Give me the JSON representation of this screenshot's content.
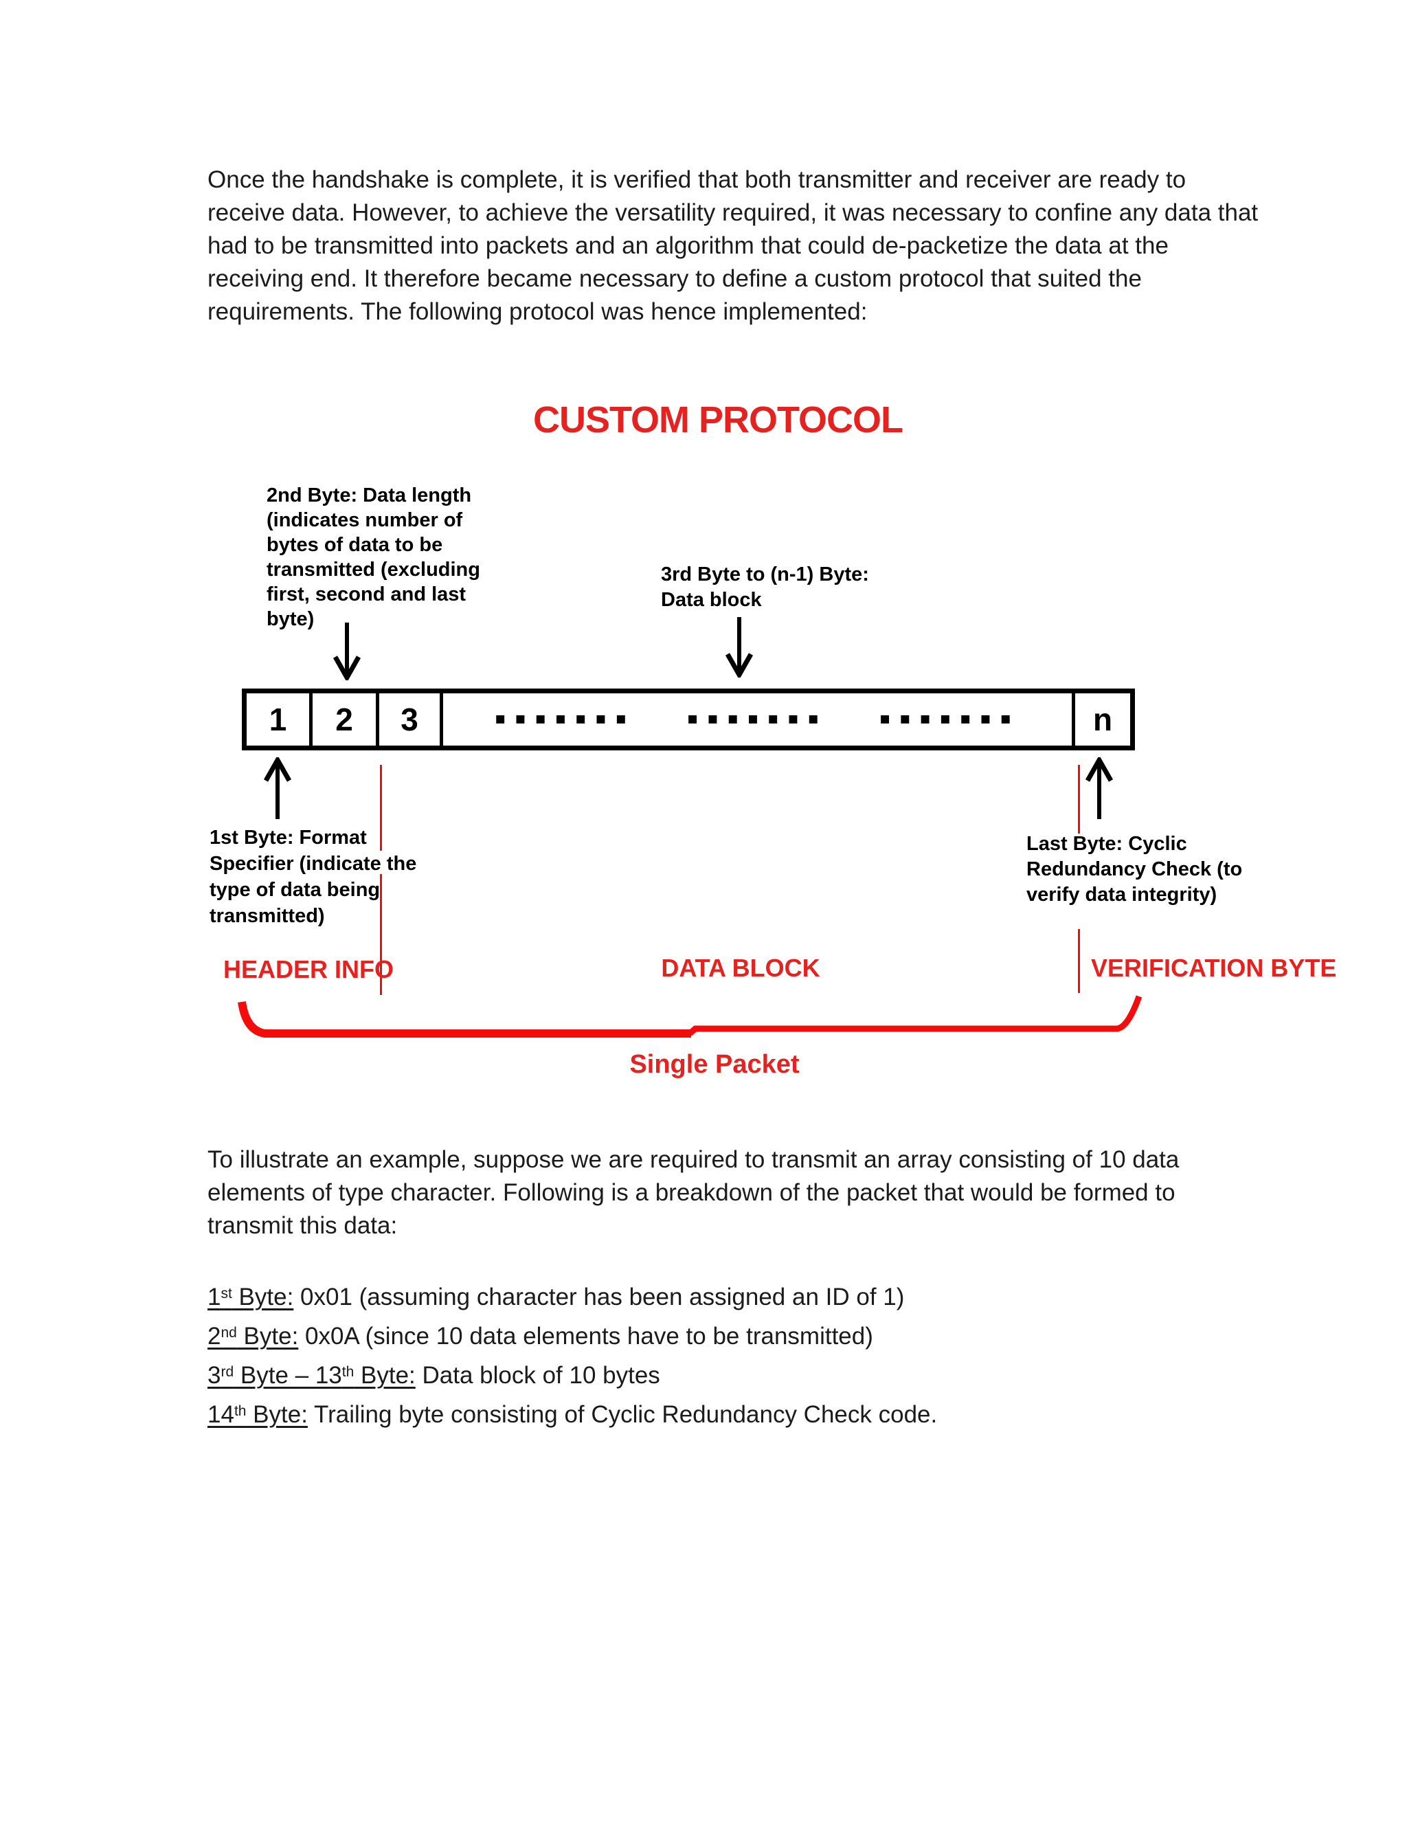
{
  "document": {
    "intro": {
      "lines": [
        "Once the handshake is complete, it is verified that both transmitter and receiver are ready to",
        "receive data. However, to achieve the versatility required, it was necessary to confine any data that",
        "had to be transmitted into packets and an algorithm that could de-packetize the data at the",
        "receiving end. It therefore became necessary to define a custom protocol that suited the",
        "requirements. The following protocol was hence implemented:"
      ]
    },
    "diagram": {
      "title": "CUSTOM PROTOCOL",
      "second_byte_label": {
        "lines": [
          "2nd Byte: Data length",
          "(indicates number of",
          "bytes of data to be",
          "transmitted (excluding",
          "first, second and last",
          "byte)"
        ]
      },
      "data_range_label": {
        "lines": [
          "3rd Byte to (n-1) Byte:",
          "Data block"
        ]
      },
      "first_byte_label": {
        "lines": [
          "1st Byte: Format",
          "Specifier (indicate the",
          "type of data being",
          "transmitted)"
        ]
      },
      "last_byte_label": {
        "lines": [
          "Last Byte: Cyclic",
          "Redundancy Check (to",
          "verify data integrity)"
        ]
      },
      "cells": {
        "c1": "1",
        "c2": "2",
        "c3": "3",
        "cn": "n"
      },
      "dash_run": "▪▪▪▪▪▪▪",
      "header_section": "HEADER INFO",
      "data_section": "DATA BLOCK",
      "verification_section": "VERIFICATION BYTE",
      "bracket_label": "Single Packet",
      "colors": {
        "red_text": "#e42320",
        "red_line": "#f40b0b",
        "black": "#111111"
      }
    },
    "example": {
      "lines": [
        "To illustrate an example, suppose we are required to transmit an array consisting of 10 data",
        "elements of type character. Following is a breakdown of the packet that would be formed to",
        "transmit this data:"
      ]
    },
    "byte_list": {
      "items": [
        {
          "underline": [
            {
              "t": "1"
            },
            {
              "t": "st",
              "sup": true
            },
            {
              "t": " Byte:"
            }
          ],
          "rest": " 0x01 (assuming character has been assigned an ID of 1)"
        },
        {
          "underline": [
            {
              "t": "2"
            },
            {
              "t": "nd",
              "sup": true
            },
            {
              "t": " Byte:"
            }
          ],
          "rest": " 0x0A (since 10 data elements have to be transmitted)"
        },
        {
          "underline": [
            {
              "t": "3"
            },
            {
              "t": "rd",
              "sup": true
            },
            {
              "t": " Byte – 13"
            },
            {
              "t": "th",
              "sup": true
            },
            {
              "t": " Byte:"
            }
          ],
          "rest": " Data block of 10 bytes"
        },
        {
          "underline": [
            {
              "t": "14"
            },
            {
              "t": "th",
              "sup": true
            },
            {
              "t": " Byte:"
            }
          ],
          "rest": " Trailing byte consisting of Cyclic Redundancy Check code."
        }
      ]
    }
  }
}
